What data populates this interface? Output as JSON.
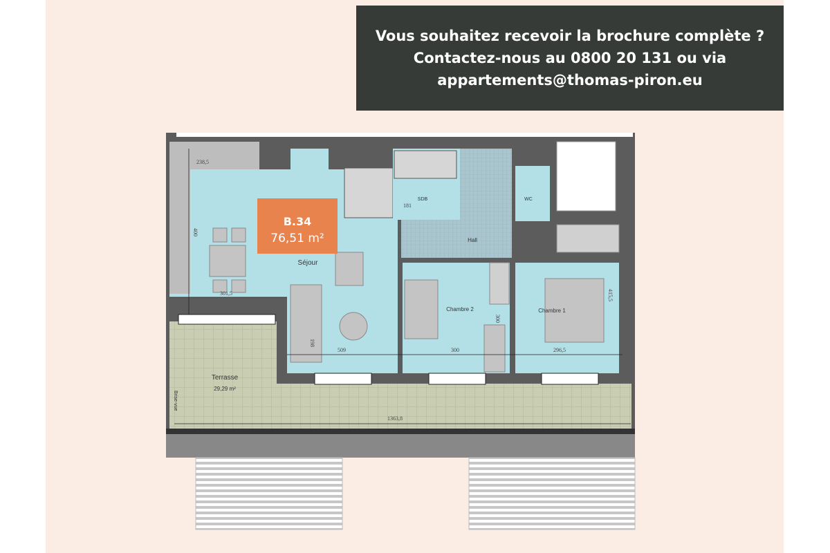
{
  "banner": {
    "line1": "Vous souhaitez recevoir la brochure complète ?",
    "line2": "Contactez-nous au 0800 20 131 ou via",
    "line3": "appartements@thomas-piron.eu"
  },
  "plan": {
    "unit": {
      "code": "B.34",
      "area": "76,51 m²"
    },
    "rooms": {
      "sejour": "Séjour",
      "sdb": "SDB",
      "wc": "WC",
      "hall": "Hall",
      "chambre2": "Chambre 2",
      "chambre1": "Chambre 1",
      "terrasse": "Terrasse",
      "terrasse_area": "29,29 m²",
      "brise_vue": "Brise-vue"
    },
    "dimensions": {
      "kitchen": "238,5",
      "sejour_depth": "400",
      "sejour_width": "301,5",
      "sejour_bottom": "509",
      "sofa": "198",
      "sdb": "181",
      "chambre2_width": "300",
      "chambre2_depth": "300",
      "chambre1_width": "296,5",
      "chambre1_depth": "415,5",
      "terrasse_length": "1363,8"
    },
    "colors": {
      "accent": "#e8834e",
      "room": "#b3dfe7",
      "terrace": "#c9ceb2",
      "wall": "#5c5c5c",
      "banner": "#363b38"
    }
  }
}
